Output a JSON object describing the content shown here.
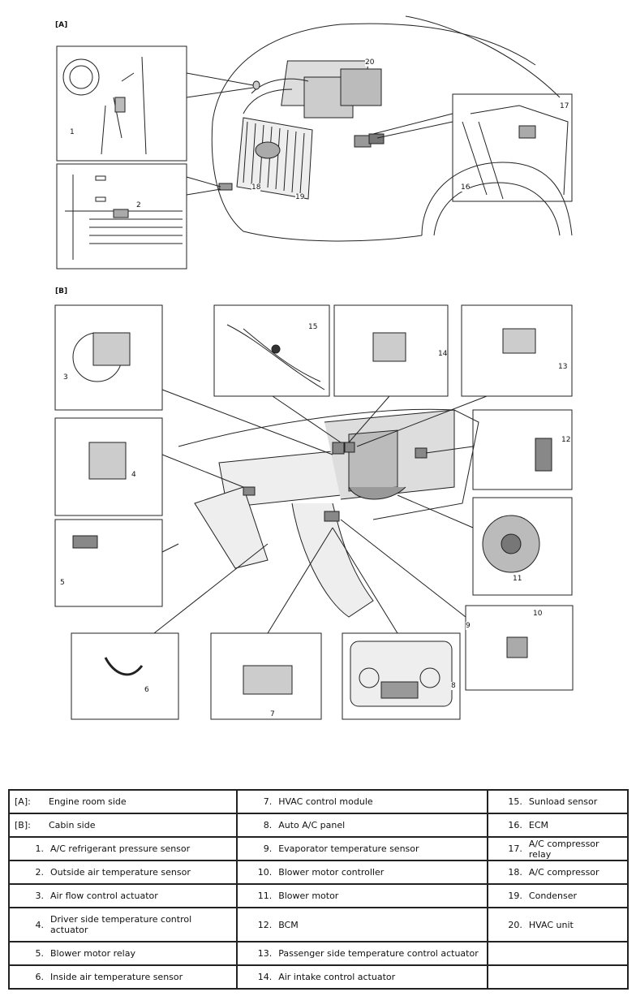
{
  "figure": {
    "section_a_label": "[A]",
    "section_b_label": "[B]",
    "callouts": [
      "1",
      "2",
      "3",
      "4",
      "5",
      "6",
      "7",
      "8",
      "9",
      "10",
      "11",
      "12",
      "13",
      "14",
      "15",
      "16",
      "17",
      "18",
      "19",
      "20"
    ]
  },
  "legend": {
    "rows": [
      [
        {
          "n": "[A]:",
          "t": "Engine room side"
        },
        {
          "n": "7.",
          "t": "HVAC control module"
        },
        {
          "n": "15.",
          "t": "Sunload sensor"
        }
      ],
      [
        {
          "n": "[B]:",
          "t": "Cabin side"
        },
        {
          "n": "8.",
          "t": "Auto A/C panel"
        },
        {
          "n": "16.",
          "t": "ECM"
        }
      ],
      [
        {
          "n": "1.",
          "t": "A/C refrigerant pressure sensor"
        },
        {
          "n": "9.",
          "t": "Evaporator temperature sensor"
        },
        {
          "n": "17.",
          "t": "A/C compressor relay"
        }
      ],
      [
        {
          "n": "2.",
          "t": "Outside air temperature sensor"
        },
        {
          "n": "10.",
          "t": "Blower motor controller"
        },
        {
          "n": "18.",
          "t": "A/C compressor"
        }
      ],
      [
        {
          "n": "3.",
          "t": "Air flow control actuator"
        },
        {
          "n": "11.",
          "t": "Blower motor"
        },
        {
          "n": "19.",
          "t": "Condenser"
        }
      ],
      [
        {
          "n": "4.",
          "t": "Driver side temperature control actuator"
        },
        {
          "n": "12.",
          "t": "BCM"
        },
        {
          "n": "20.",
          "t": "HVAC unit"
        }
      ],
      [
        {
          "n": "5.",
          "t": "Blower motor relay"
        },
        {
          "n": "13.",
          "t": "Passenger side temperature control actuator"
        },
        {
          "n": "",
          "t": ""
        }
      ],
      [
        {
          "n": "6.",
          "t": "Inside air temperature sensor"
        },
        {
          "n": "14.",
          "t": "Air intake control actuator"
        },
        {
          "n": "",
          "t": ""
        }
      ]
    ]
  }
}
